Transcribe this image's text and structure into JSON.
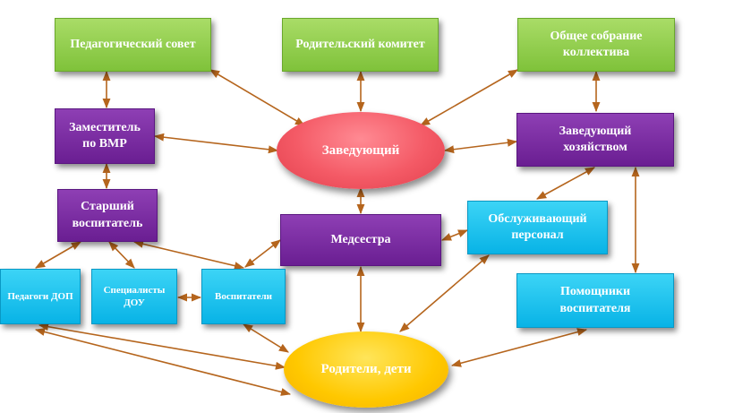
{
  "nodes": {
    "ped_sovet": "Педагогический совет",
    "rod_komitet": "Родительский комитет",
    "obshchee_line1": "Общее собрание",
    "obshchee_line2": "коллектива",
    "zam_line1": "Заместитель",
    "zam_line2": "по ВМР",
    "zaveduyushchiy": "Заведующий",
    "zavhoz_line1": "Заведующий",
    "zavhoz_line2": "хозяйством",
    "starshiy_line1": "Старший",
    "starshiy_line2": "воспитатель",
    "medsestra": "Медсестра",
    "obsl_line1": "Обслуживающий",
    "obsl_line2": "персонал",
    "pedagogi_dop": "Педагоги ДОП",
    "spec_line1": "Специалисты",
    "spec_line2": "ДОУ",
    "vospitateli": "Воспитатели",
    "pomoshch_line1": "Помощники",
    "pomoshch_line2": "воспитателя",
    "roditeli": "Родители, дети"
  },
  "colors": {
    "green": "#8cca45",
    "purple": "#7a2aa3",
    "cyan": "#14bdea",
    "red": "#f45a66",
    "yellow": "#ffc800",
    "arrow": "#b5651d"
  }
}
